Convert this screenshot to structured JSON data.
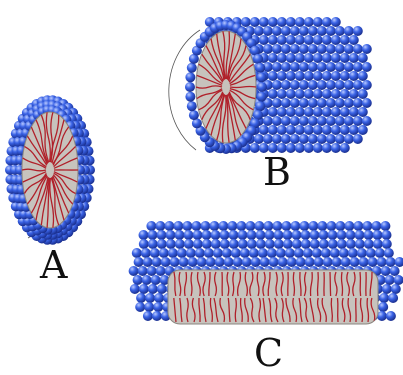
{
  "labels": {
    "a": "A",
    "b": "B",
    "c": "C"
  },
  "colors": {
    "bead": "#2f57d9",
    "bead_dark": "#1c3396",
    "bead_light": "#9fb6ff",
    "core": "#c7c3bd",
    "tail": "#b0202a",
    "outline": "#444444"
  },
  "shapes": [
    "sphere-micelle",
    "cylinder-micelle",
    "bilayer-disk"
  ]
}
